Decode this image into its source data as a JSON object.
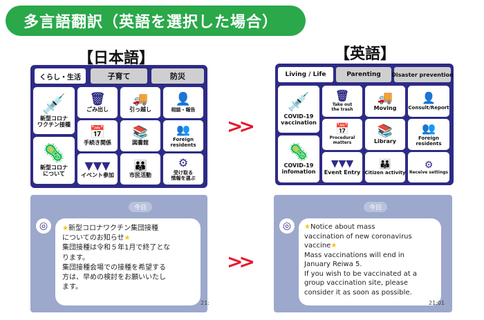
{
  "title": "多言語翻訳（英語を選択した場合）",
  "left": {
    "heading": "【日本語】",
    "tabs": [
      "くらし・生活",
      "子育て",
      "防災"
    ],
    "tiles": {
      "big1": "新型コロナ\nワクチン接種",
      "big2": "新型コロナ\nについて",
      "r1": [
        "ごみ出し",
        "引っ越し",
        "相談・報告"
      ],
      "r2": [
        "手続き関係",
        "図書館",
        "Foreign\nresidents"
      ],
      "r3": [
        "イベント参加",
        "市民活動",
        "受け取る\n情報を選ぶ"
      ]
    },
    "today": "今日",
    "message": {
      "line1": "新型コロナワクチン集団接種",
      "line2": "についてのお知らせ",
      "body": [
        "集団接種は令和５年1月で終了とな",
        "ります。",
        "集団接種会場での接種を希望する",
        "方は、早めの検討をお願いいたし",
        "ます。"
      ]
    },
    "time": "21:"
  },
  "right": {
    "heading": "【英語】",
    "tabs": [
      "Living / Life",
      "Parenting",
      "Disaster prevention"
    ],
    "tiles": {
      "big1": "COVID-19\nvaccination",
      "big2": "COVID-19\ninfomation",
      "r1": [
        "Take out\nthe trash",
        "Moving",
        "Consult/Report"
      ],
      "r2": [
        "Procedural\nmatters",
        "Library",
        "Foreign\nresidents"
      ],
      "r3": [
        "Event Entry",
        "Citizen activity",
        "Receive settings"
      ]
    },
    "today": "今日",
    "message": {
      "line1": "Notice about mass",
      "line2": "vaccination of new coronavirus",
      "line3": "vaccine",
      "body": [
        "Mass vaccinations will end in",
        "January Reiwa 5.",
        "If you wish to be vaccinated at a",
        "group vaccination site, please",
        "consider it as soon as possible."
      ]
    },
    "time": "21:01"
  },
  "arrow": ">>",
  "colors": {
    "title_bg": "#2aa84a",
    "menu_bg": "#2e2b86",
    "chat_bg": "#9ca8cc",
    "arrow": "#e8192c"
  },
  "icons": [
    "person-syringe-icon",
    "virus-mask-icon",
    "trash-can-icon",
    "moving-truck-icon",
    "consult-person-icon",
    "calendar-icon",
    "books-icon",
    "foreign-residents-icon",
    "bunting-flags-icon",
    "citizens-group-icon",
    "settings-gear-icon",
    "city-logo-icon",
    "star-icon"
  ]
}
